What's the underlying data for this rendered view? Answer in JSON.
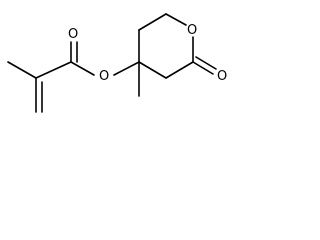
{
  "molecule": {
    "atoms": {
      "ester_carbonyl_oxygen": "O",
      "ester_link_oxygen": "O",
      "ring_oxygen": "O",
      "lactone_carbonyl_oxygen": "O"
    },
    "colors": {
      "bond": "#000000",
      "label": "#000000",
      "background": "#ffffff"
    }
  }
}
